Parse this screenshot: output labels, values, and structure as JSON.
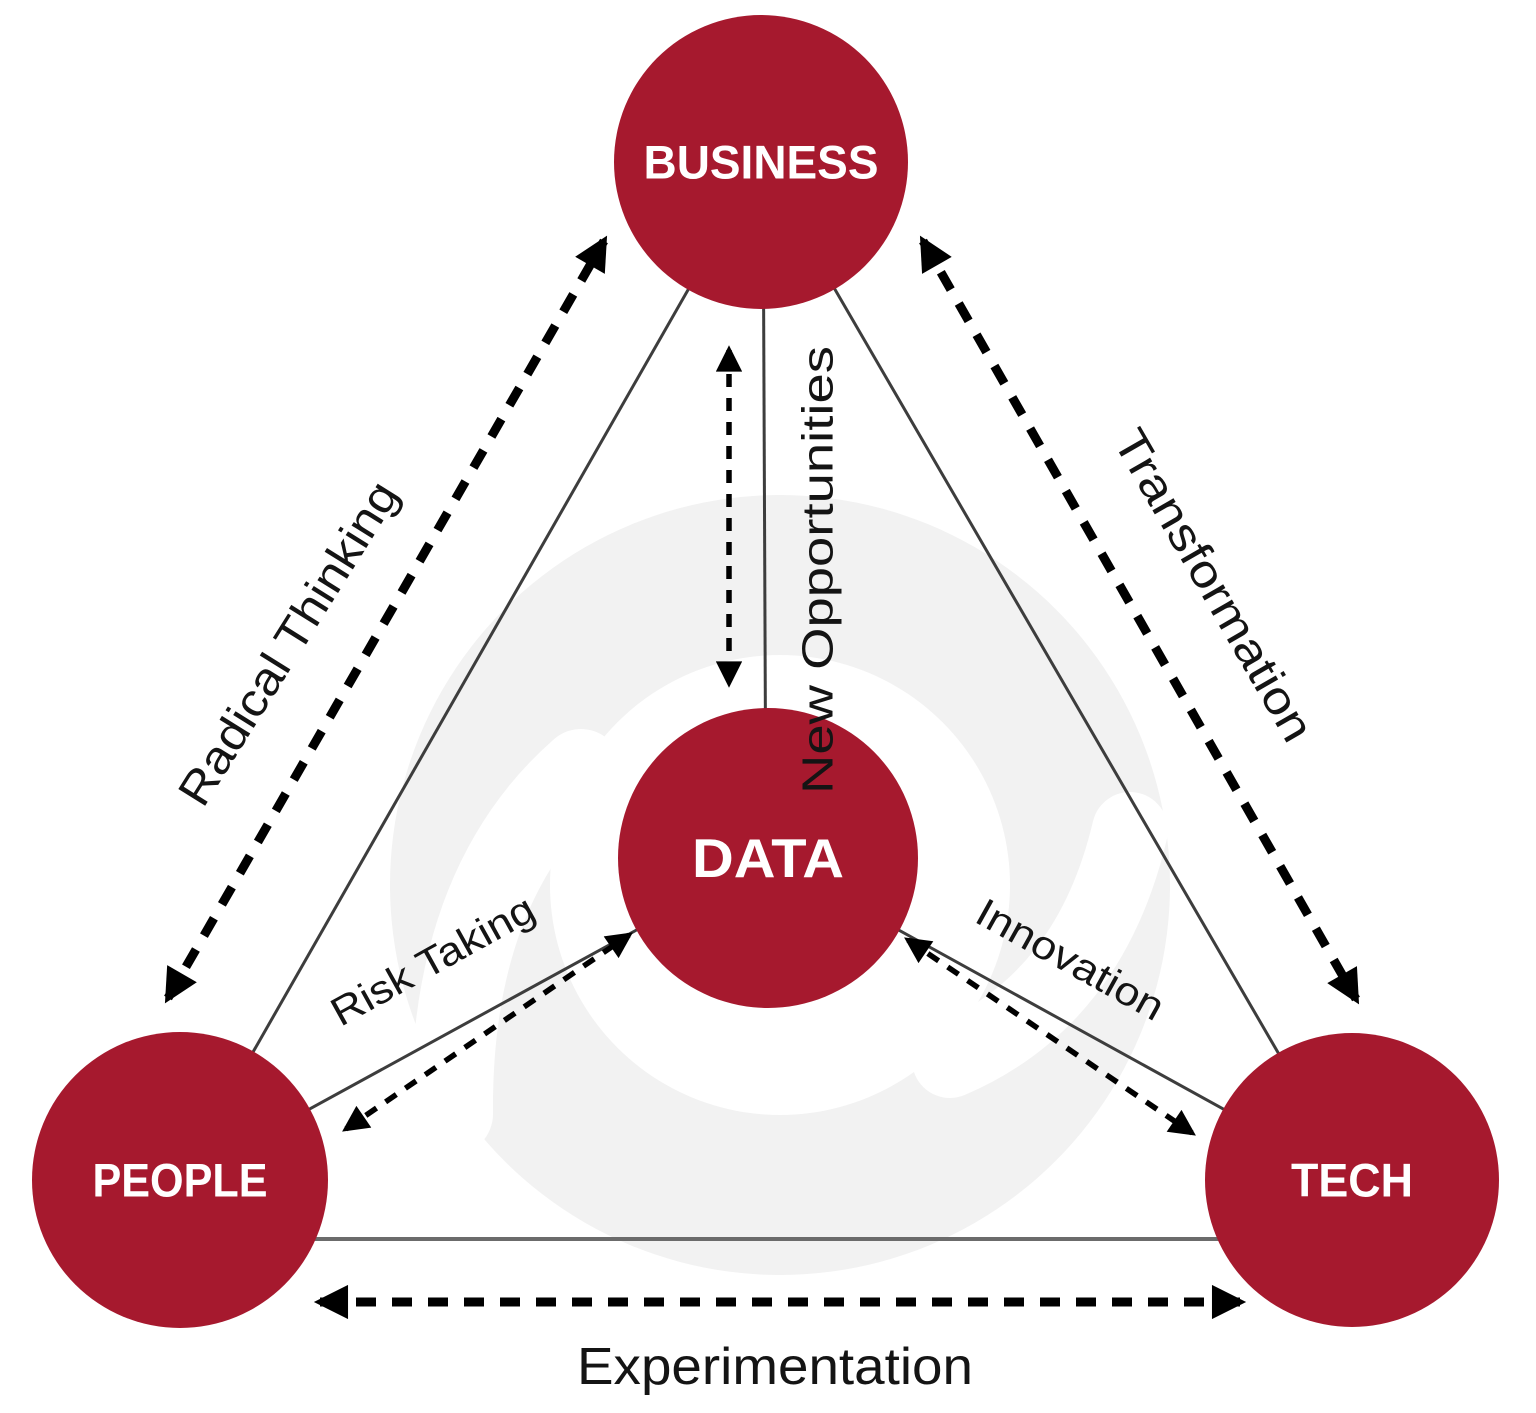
{
  "diagram": {
    "title_none": "",
    "nodes": {
      "business": {
        "label": "BUSINESS"
      },
      "data": {
        "label": "DATA"
      },
      "people": {
        "label": "PEOPLE"
      },
      "tech": {
        "label": "TECH"
      }
    },
    "edge_labels": {
      "radical_thinking": {
        "label": "Radical Thinking",
        "between": "PEOPLE-BUSINESS"
      },
      "transformation": {
        "label": "Transformation",
        "between": "BUSINESS-TECH"
      },
      "experimentation": {
        "label": "Experimentation",
        "between": "PEOPLE-TECH"
      },
      "new_opportunities": {
        "label": "New Opportunities",
        "between": "BUSINESS-DATA"
      },
      "risk_taking": {
        "label": "Risk Taking",
        "between": "PEOPLE-DATA"
      },
      "innovation": {
        "label": "Innovation",
        "between": "DATA-TECH"
      }
    },
    "colors": {
      "node_fill": "#A6192E",
      "node_text": "#FFFFFF",
      "solid_line": "#3D3D3D",
      "dashed_line": "#000000",
      "label_text": "#141414",
      "watermark": "#F2F2F2",
      "background": "#FFFFFF"
    }
  }
}
